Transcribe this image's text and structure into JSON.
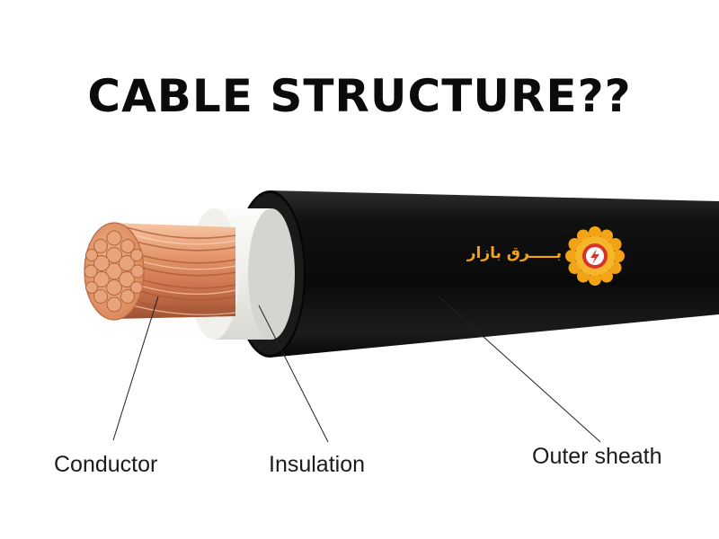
{
  "diagram": {
    "title": "CABLE STRUCTURE??",
    "labels": {
      "conductor": "Conductor",
      "insulation": "Insulation",
      "outer_sheath": "Outer sheath"
    },
    "brand": {
      "text": "بـــــرق بازار",
      "logo_icon": "sunburst-lightning-icon",
      "color": "#f2a316"
    },
    "colors": {
      "sheath": "#111111",
      "insulation": "#ecebe8",
      "copper": "#e39a6e",
      "leader_line": "#222222"
    }
  }
}
